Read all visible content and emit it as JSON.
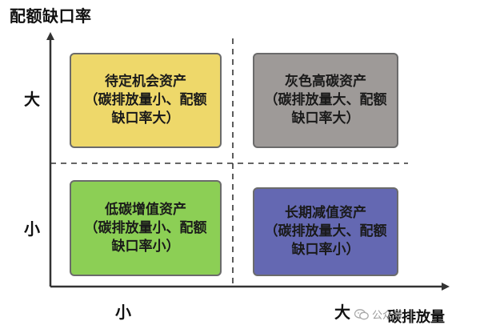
{
  "axes": {
    "y_title": "配额缺口率",
    "x_title": "碳排放量",
    "y_high": "大",
    "y_low": "小",
    "x_low": "小",
    "x_high": "大"
  },
  "quadrants": {
    "top_left": {
      "color": "#eed86a",
      "lines": [
        "待定机会资产",
        "（碳排放量小、配额",
        "缺口率大）"
      ]
    },
    "top_right": {
      "color": "#9e9a98",
      "lines": [
        "灰色高碳资产",
        "（碳排放量大、配额",
        "缺口率大）"
      ]
    },
    "bottom_left": {
      "color": "#8ccf55",
      "lines": [
        "低碳增值资产",
        "（碳排放量小、配额",
        "缺口率小）"
      ]
    },
    "bottom_right": {
      "color": "#6468b2",
      "lines": [
        "长期减值资产",
        "（碳排放量大、配额",
        "缺口率小）"
      ]
    }
  },
  "watermark": {
    "text": "公众号",
    "icon": "wechat-icon"
  }
}
